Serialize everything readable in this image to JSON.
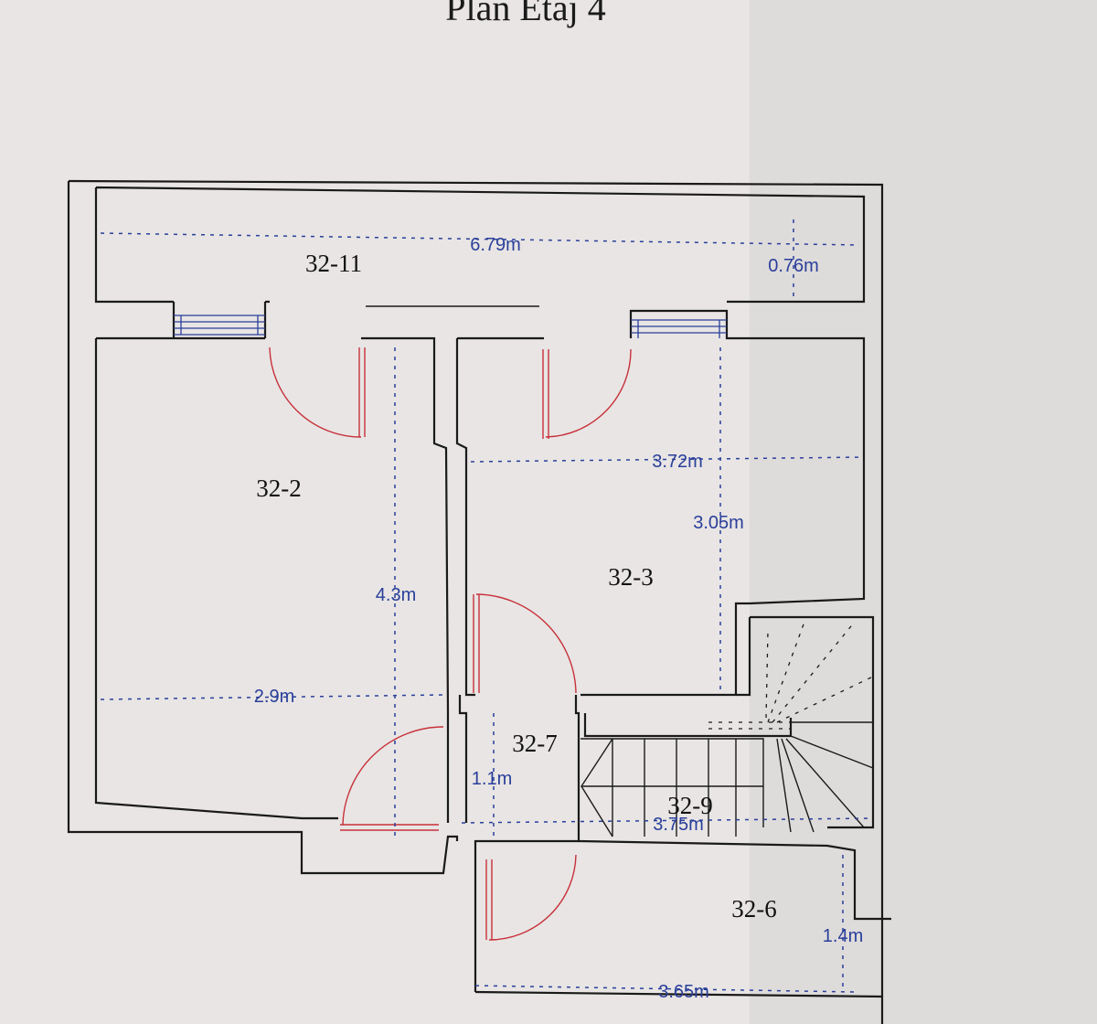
{
  "title": "Plan Etaj 4",
  "colors": {
    "paper": "#e8e5e4",
    "walls": "#1a1a1a",
    "doors": "#c8303a",
    "dimensions": "#2a3f9a"
  },
  "rooms": [
    {
      "id": "32-11"
    },
    {
      "id": "32-2"
    },
    {
      "id": "32-3"
    },
    {
      "id": "32-7"
    },
    {
      "id": "32-9"
    },
    {
      "id": "32-6"
    }
  ],
  "dimensions": {
    "balcony_length": "6.79m",
    "balcony_depth": "0.76m",
    "room_32_2_length": "4.3m",
    "room_32_2_width": "2.9m",
    "room_32_3_width": "3.72m",
    "room_32_3_length": "3.05m",
    "room_32_7_length": "1.1m",
    "room_32_9_length": "3.75m",
    "room_32_6_depth": "1.4m",
    "room_32_6_width": "3.65m"
  }
}
